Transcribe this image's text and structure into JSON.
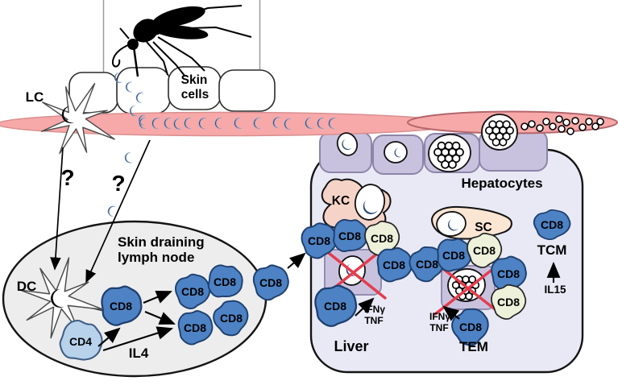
{
  "diagram": {
    "skin": {
      "lc_label": "LC",
      "skin_cells_line1": "Skin",
      "skin_cells_line2": "cells",
      "question_mark": "?"
    },
    "lymph_node": {
      "title_line1": "Skin draining",
      "title_line2": "lymph node",
      "dc_label": "DC",
      "il4_label": "IL4"
    },
    "liver": {
      "title": "Liver",
      "hepatocytes_label": "Hepatocytes",
      "kc_label": "KC",
      "sc_label": "SC",
      "tem_label": "TEM",
      "tcm_label": "TCM",
      "il15_label": "IL15",
      "ifng_label": "IFNγ",
      "tnf_label": "TNF"
    },
    "cell_labels": {
      "cd8": "CD8",
      "cd4": "CD4"
    },
    "colors": {
      "blood_vessel": "#f7a8a8",
      "sporozoite": "#2d4b78",
      "cd8_blue": "#4d82c4",
      "cd8_pale": "#edf1da",
      "cd4_blue": "#b8d2ec",
      "liver_bg": "#e9e9f6",
      "hepatocyte": "#c9c2de",
      "lymph_node_bg": "#ededed",
      "kupffer_cell": "#f5d3c6",
      "stellate_cell": "#fbe5d3",
      "kill_cross": "#e63c4c"
    }
  }
}
